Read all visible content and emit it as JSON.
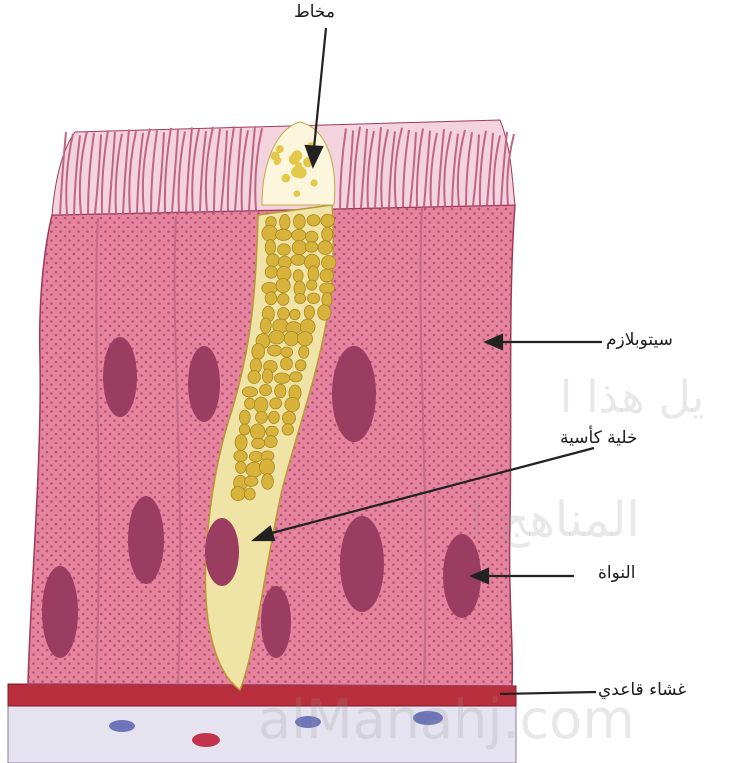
{
  "labels": {
    "mucus": "مخاط",
    "cytoplasm": "سيتوبلازم",
    "goblet_cell": "خلية كأسية",
    "nucleus": "النواة",
    "basement_membrane": "غشاء قاعدي"
  },
  "watermark": {
    "line1": "يل هذا ا",
    "line2": "المناهج ا",
    "brand": "alManahj.com"
  },
  "colors": {
    "tissue": "#e4849f",
    "tissue_dot": "#b4476a",
    "cilia": "#d88aa2",
    "nucleus": "#9b3d60",
    "goblet": "#f0e3a6",
    "mucus_granule": "#d8b33c",
    "basement": "#b92e3c",
    "connective": "#e6e3f0"
  }
}
